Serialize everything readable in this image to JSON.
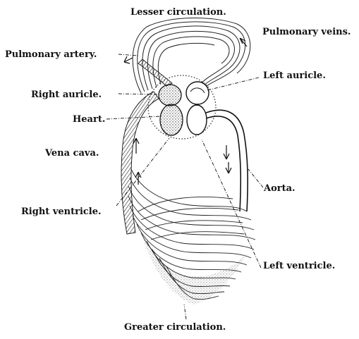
{
  "labels": {
    "lesser_circulation": "Lesser circulation.",
    "pulmonary_veins": "Pulmonary veins.",
    "pulmonary_artery": "Pulmonary artery.",
    "left_auricle": "Left auricle.",
    "right_auricle": "Right auricle.",
    "heart": "Heart.",
    "vena_cava": "Vena cava.",
    "aorta": "Aorta.",
    "right_ventricle": "Right ventricle.",
    "left_ventricle": "Left ventricle.",
    "greater_circulation": "Greater circulation."
  }
}
